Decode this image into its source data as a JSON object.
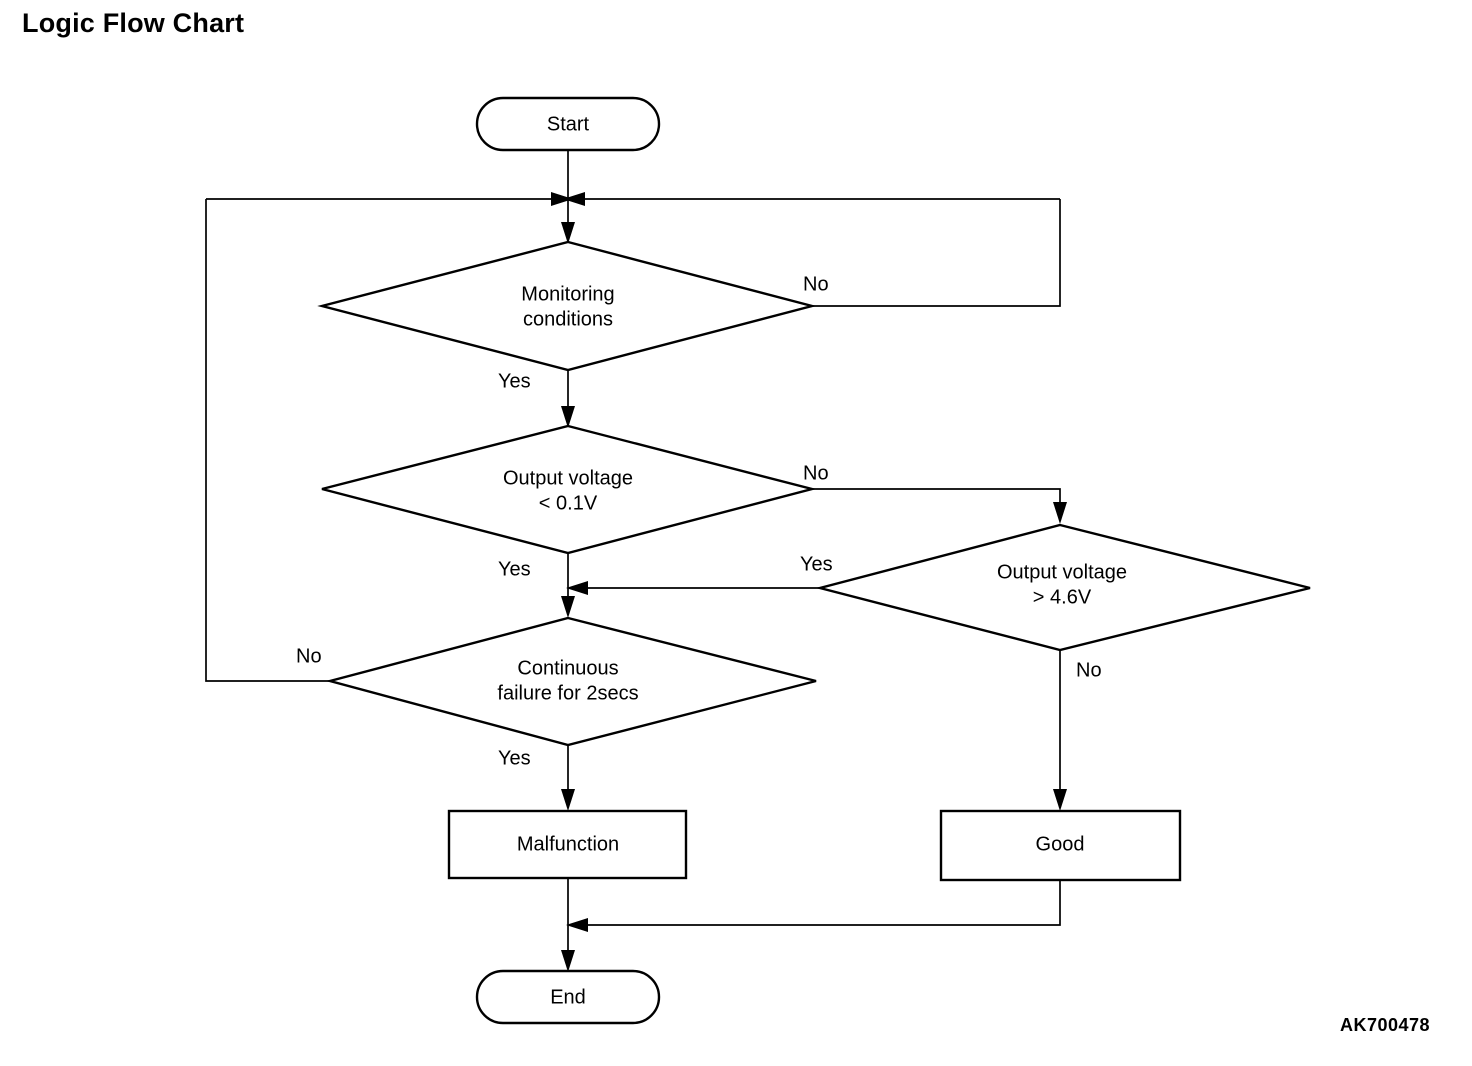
{
  "page": {
    "title": "Logic Flow Chart",
    "figure_code": "AK700478",
    "background_color": "#ffffff",
    "line_color": "#000000"
  },
  "chart_data": {
    "type": "diagram",
    "diagram_kind": "flowchart",
    "title": "Logic Flow Chart",
    "nodes": [
      {
        "id": "start",
        "shape": "stadium",
        "label": "Start"
      },
      {
        "id": "monitoring",
        "shape": "diamond",
        "label": "Monitoring\nconditions",
        "line1": "Monitoring",
        "line2": "conditions"
      },
      {
        "id": "volt_low",
        "shape": "diamond",
        "label": "Output voltage\n< 0.1V",
        "line1": "Output voltage",
        "line2": "< 0.1V"
      },
      {
        "id": "volt_high",
        "shape": "diamond",
        "label": "Output voltage\n> 4.6V",
        "line1": "Output voltage",
        "line2": "> 4.6V"
      },
      {
        "id": "cont_fail",
        "shape": "diamond",
        "label": "Continuous\nfailure for 2secs",
        "line1": "Continuous",
        "line2": "failure for 2secs"
      },
      {
        "id": "malfunction",
        "shape": "rectangle",
        "label": "Malfunction"
      },
      {
        "id": "good",
        "shape": "rectangle",
        "label": "Good"
      },
      {
        "id": "end",
        "shape": "stadium",
        "label": "End"
      }
    ],
    "edges": [
      {
        "from": "start",
        "to": "monitoring",
        "label": ""
      },
      {
        "from": "monitoring",
        "to": "monitoring",
        "label": "No",
        "note": "loops back to junction above monitoring"
      },
      {
        "from": "monitoring",
        "to": "volt_low",
        "label": "Yes"
      },
      {
        "from": "volt_low",
        "to": "cont_fail",
        "label": "Yes"
      },
      {
        "from": "volt_low",
        "to": "volt_high",
        "label": "No"
      },
      {
        "from": "volt_high",
        "to": "cont_fail",
        "label": "Yes"
      },
      {
        "from": "volt_high",
        "to": "good",
        "label": "No"
      },
      {
        "from": "cont_fail",
        "to": "monitoring",
        "label": "No",
        "note": "loops back to junction above monitoring"
      },
      {
        "from": "cont_fail",
        "to": "malfunction",
        "label": "Yes"
      },
      {
        "from": "malfunction",
        "to": "end",
        "label": ""
      },
      {
        "from": "good",
        "to": "end",
        "label": ""
      }
    ],
    "edge_labels": {
      "monitoring_no": "No",
      "monitoring_yes": "Yes",
      "volt_low_no": "No",
      "volt_low_yes": "Yes",
      "volt_high_yes": "Yes",
      "volt_high_no": "No",
      "cont_fail_no": "No",
      "cont_fail_yes": "Yes"
    }
  }
}
